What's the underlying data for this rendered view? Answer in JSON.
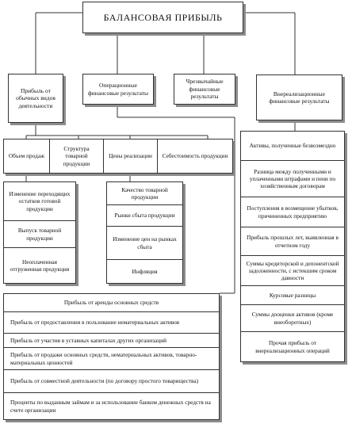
{
  "title": "БАЛАНСОВАЯ ПРИБЫЛЬ",
  "categories": [
    "Прибыль от обычных видов деятельности",
    "Операционные финансовые результаты",
    "Чрезвычайные финансовые результаты",
    "Внереализационные финансовые результаты"
  ],
  "factors": [
    "Объем продаж",
    "Структура товарной продукции",
    "Цены реализации",
    "Себестоимость продукции"
  ],
  "volume_items": [
    "Изменение переходящих остатков готовой продукции",
    "Выпуск товарной продукции",
    "Неоплаченная отгруженная продукция"
  ],
  "price_items": [
    "Качество товарной продукции",
    "Рынки сбыта продукции",
    "Изменение цен на рынках сбыта",
    "Инфляция"
  ],
  "nonoperating_items": [
    "Активы, полученные безвозмездно",
    "Разница между полученными и уплаченными штрафами и пени по хозяйственным договорам",
    "Поступления в возмещение убытков, причиненных предприятию",
    "Прибыль прошлых лет, выявленная в отчетном году",
    "Суммы кредиторской и депонентской задолженности, с истекшим сроком давности",
    "Курсовые разницы",
    "Суммы дооценки активов (кроме внеоборотных)",
    "Прочая прибыль от внереализационных операций"
  ],
  "operating_items": [
    "Прибыль от аренды основных средств",
    "Прибыль от предоставления в пользование нематериальных активов",
    "Прибыль от участия в уставных капиталах других организаций",
    "Прибыль от продажи основных средств, нематериальных активов, товарно-материальных ценностей",
    "Прибыль от совместной деятельности (по договору простого товарищества)",
    "Проценты по выданным займам и за использование банком денежных средств на счете организации"
  ]
}
